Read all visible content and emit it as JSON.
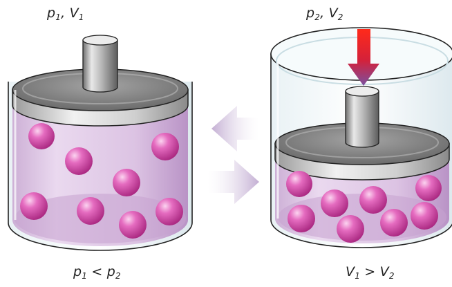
{
  "colors": {
    "liquid": "#d9bde0",
    "liquid_shadow": "#c7a3d0",
    "molecule": "#d44aa6",
    "molecule_highlight": "#f7c6e8",
    "piston_top": "#8a8a8a",
    "piston_edge": "#d6d6d6",
    "glass_edge": "#bcd6de",
    "arrow_lavender": "#c9b4d6",
    "push_arrow_red": "#e2231a"
  },
  "labels": {
    "left_top": {
      "p": "p",
      "p_sub": "1",
      "sep": ", ",
      "v": "V",
      "v_sub": "1"
    },
    "right_top": {
      "p": "p",
      "p_sub": "2",
      "sep": ", ",
      "v": "V",
      "v_sub": "2"
    },
    "left_bottom": {
      "a": "p",
      "a_sub": "1",
      "op": " < ",
      "b": "p",
      "b_sub": "2"
    },
    "right_bottom": {
      "a": "V",
      "a_sub": "1",
      "op": " > ",
      "b": "V",
      "b_sub": "2"
    }
  },
  "icons": {
    "compress_arrow": "right-arrow-icon",
    "expand_arrow": "left-arrow-icon",
    "push_arrow": "down-arrow-icon"
  }
}
